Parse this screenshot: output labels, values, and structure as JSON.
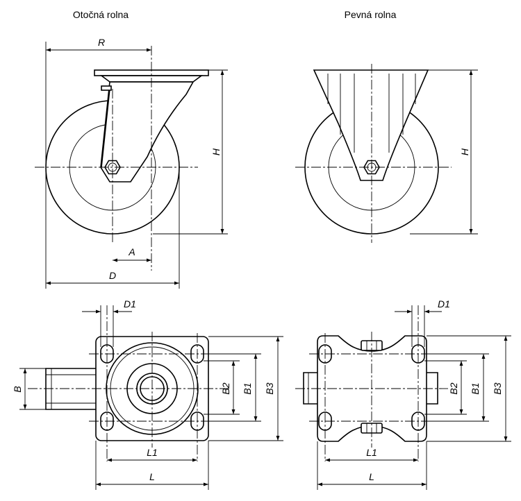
{
  "titles": {
    "swivel": "Otočná rolna",
    "fixed": "Pevná rolna"
  },
  "dims": {
    "R": "R",
    "H": "H",
    "A": "A",
    "D": "D",
    "D1": "D1",
    "B": "B",
    "B1": "B1",
    "B2": "B2",
    "B3": "B3",
    "L": "L",
    "L1": "L1"
  }
}
